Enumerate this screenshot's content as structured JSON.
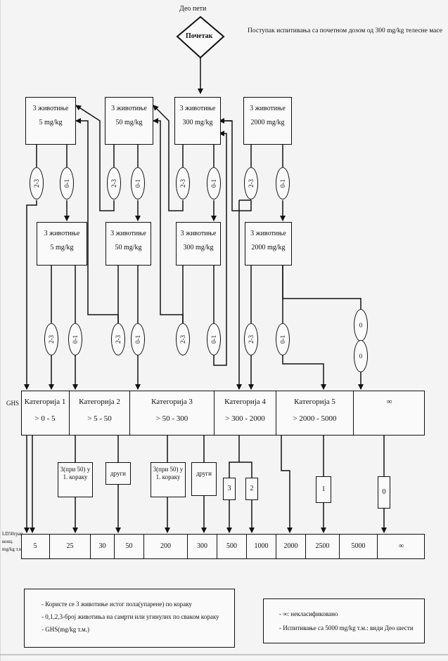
{
  "header": {
    "section": "Део пети",
    "procedure": "Поступак испитивања са почетном дозом од 300 mg/kg телесне масе"
  },
  "start": "Почетак",
  "top_boxes": [
    {
      "line1": "3 животиње",
      "line2": "5 mg/kg"
    },
    {
      "line1": "3 животиње",
      "line2": "50 mg/kg"
    },
    {
      "line1": "3 животиње",
      "line2": "300 mg/kg"
    },
    {
      "line1": "3 животиње",
      "line2": "2000 mg/kg"
    }
  ],
  "second_boxes": [
    {
      "line1": "3 животиње",
      "line2": "5 mg/kg"
    },
    {
      "line1": "3 животиње",
      "line2": "50 mg/kg"
    },
    {
      "line1": "3 животиње",
      "line2": "300 mg/kg"
    },
    {
      "line1": "3 животиње",
      "line2": "2000 mg/kg"
    }
  ],
  "outcomes": {
    "dead": "2-3",
    "survive": "0-1",
    "zero": "0"
  },
  "ghs_label": "GHS",
  "categories": [
    {
      "name": "Категорија 1",
      "range": "> 0 - 5"
    },
    {
      "name": "Категорија 2",
      "range": "> 5 - 50"
    },
    {
      "name": "Категорија 3",
      "range": "> 50 - 300"
    },
    {
      "name": "Категорија 4",
      "range": "> 300 - 2000"
    },
    {
      "name": "Категорија 5",
      "range": "> 2000 - 5000"
    },
    {
      "name": "∞",
      "range": ""
    }
  ],
  "sub_boxes": {
    "first_step": "3(при 50) у 1. кораку",
    "first_step_b": "3(при 50) у 1. кораку",
    "other": "други",
    "other_b": "други",
    "n3": "3",
    "n2": "2",
    "n1": "1",
    "n0": "0"
  },
  "ld_label": {
    "line1": "LD50гран.",
    "line2": "конц.",
    "line3": "mg/kg т.м."
  },
  "ld_values": [
    "5",
    "25",
    "30",
    "50",
    "200",
    "300",
    "500",
    "1000",
    "2000",
    "2500",
    "5000",
    "∞"
  ],
  "legend_left": [
    "Користе се 3 животиње истог пола(упарене) по кораку",
    "0,1,2,3-број животиња на самрти или угинулих по сваком кораку",
    "GHS(mg/kg т.м.)"
  ],
  "legend_right": [
    "∞: некласификовано",
    "Испитивање са 5000 mg/kg т.м.: види Део шести"
  ]
}
